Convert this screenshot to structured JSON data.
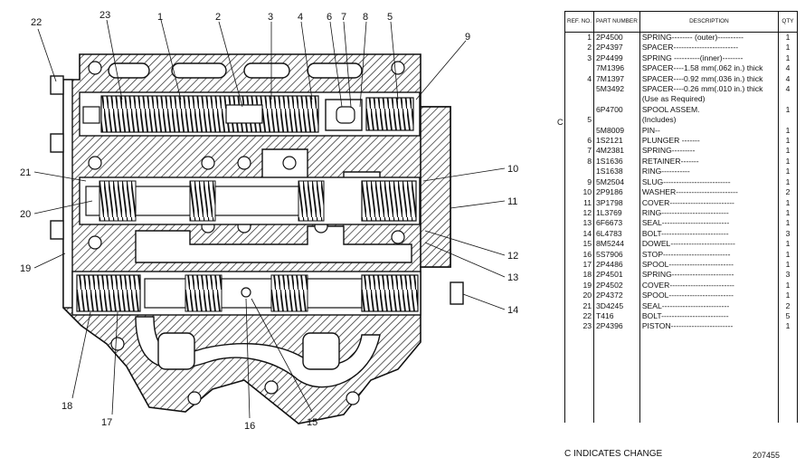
{
  "callouts": [
    "1",
    "2",
    "3",
    "4",
    "5",
    "6",
    "7",
    "8",
    "9",
    "10",
    "11",
    "12",
    "13",
    "14",
    "15",
    "16",
    "17",
    "18",
    "19",
    "20",
    "21",
    "22",
    "23"
  ],
  "table": {
    "headers": {
      "ref": "REF. NO.",
      "part": "PART NUMBER",
      "desc": "DESCRIPTION",
      "qty": "QTY"
    },
    "change_mark": "C",
    "rows": [
      {
        "ref": "1",
        "part": "2P4500",
        "desc": "SPRING-------- (outer)----------",
        "qty": "1"
      },
      {
        "ref": "2",
        "part": "2P4397",
        "desc": "SPACER-------------------------",
        "qty": "1"
      },
      {
        "ref": "3",
        "part": "2P4499",
        "desc": "SPRING ----------(inner)--------",
        "qty": "1"
      },
      {
        "ref": "",
        "part": "7M1396",
        "desc": "SPACER----1.58 mm(.062 in.) thick",
        "qty": "4"
      },
      {
        "ref": "4",
        "part": "7M1397",
        "desc": "SPACER----0.92 mm(.036 in.) thick",
        "qty": "4"
      },
      {
        "ref": "",
        "part": "5M3492",
        "desc": "SPACER----0.26 mm(.010 in.) thick",
        "qty": "4"
      },
      {
        "ref": "",
        "part": "",
        "desc": "(Use as Required)",
        "qty": ""
      },
      {
        "ref": "",
        "part": "6P4700",
        "desc": "SPOOL ASSEM.",
        "qty": "1"
      },
      {
        "ref": "5",
        "part": "",
        "desc": "(Includes)",
        "qty": ""
      },
      {
        "ref": "",
        "part": "5M8009",
        "desc": "PIN--",
        "qty": "1"
      },
      {
        "ref": "6",
        "part": "1S2121",
        "desc": "PLUNGER -------",
        "qty": "1"
      },
      {
        "ref": "7",
        "part": "4M2381",
        "desc": "SPRING---------",
        "qty": "1"
      },
      {
        "ref": "8",
        "part": "1S1636",
        "desc": "RETAINER-------",
        "qty": "1"
      },
      {
        "ref": "",
        "part": "1S1638",
        "desc": "RING-----------",
        "qty": "1"
      },
      {
        "ref": "9",
        "part": "5M2504",
        "desc": "SLUG--------------------------",
        "qty": "1"
      },
      {
        "ref": "10",
        "part": "2P9186",
        "desc": "WASHER------------------------",
        "qty": "2"
      },
      {
        "ref": "11",
        "part": "3P1798",
        "desc": "COVER-------------------------",
        "qty": "1"
      },
      {
        "ref": "12",
        "part": "1L3769",
        "desc": "RING--------------------------",
        "qty": "1"
      },
      {
        "ref": "13",
        "part": "6F6673",
        "desc": "SEAL--------------------------",
        "qty": "1"
      },
      {
        "ref": "14",
        "part": "6L4783",
        "desc": "BOLT--------------------------",
        "qty": "3"
      },
      {
        "ref": "15",
        "part": "8M5244",
        "desc": "DOWEL-------------------------",
        "qty": "1"
      },
      {
        "ref": "16",
        "part": "5S7906",
        "desc": "STOP--------------------------",
        "qty": "1"
      },
      {
        "ref": "17",
        "part": "2P4486",
        "desc": "SPOOL-------------------------",
        "qty": "1"
      },
      {
        "ref": "18",
        "part": "2P4501",
        "desc": "SPRING------------------------",
        "qty": "3"
      },
      {
        "ref": "19",
        "part": "2P4502",
        "desc": "COVER-------------------------",
        "qty": "1"
      },
      {
        "ref": "20",
        "part": "2P4372",
        "desc": "SPOOL-------------------------",
        "qty": "1"
      },
      {
        "ref": "21",
        "part": "3D4245",
        "desc": "SEAL--------------------------",
        "qty": "2"
      },
      {
        "ref": "22",
        "part": "T416",
        "desc": "BOLT--------------------------",
        "qty": "5"
      },
      {
        "ref": "23",
        "part": "2P4396",
        "desc": "PISTON------------------------",
        "qty": "1"
      }
    ]
  },
  "footer": {
    "change_note": "C INDICATES CHANGE",
    "drawing_number": "207455"
  }
}
